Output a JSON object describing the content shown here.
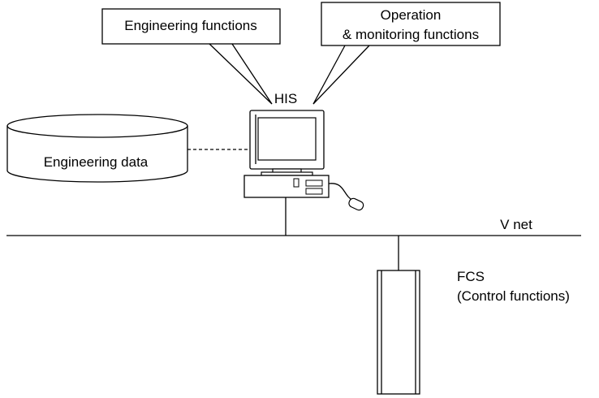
{
  "callouts": {
    "engineering": "Engineering functions",
    "operation_line1": "Operation",
    "operation_line2": "& monitoring functions"
  },
  "his_label": "HIS",
  "database_label": "Engineering data",
  "network_label": "V net",
  "fcs_label_line1": "FCS",
  "fcs_label_line2": "(Control functions)"
}
